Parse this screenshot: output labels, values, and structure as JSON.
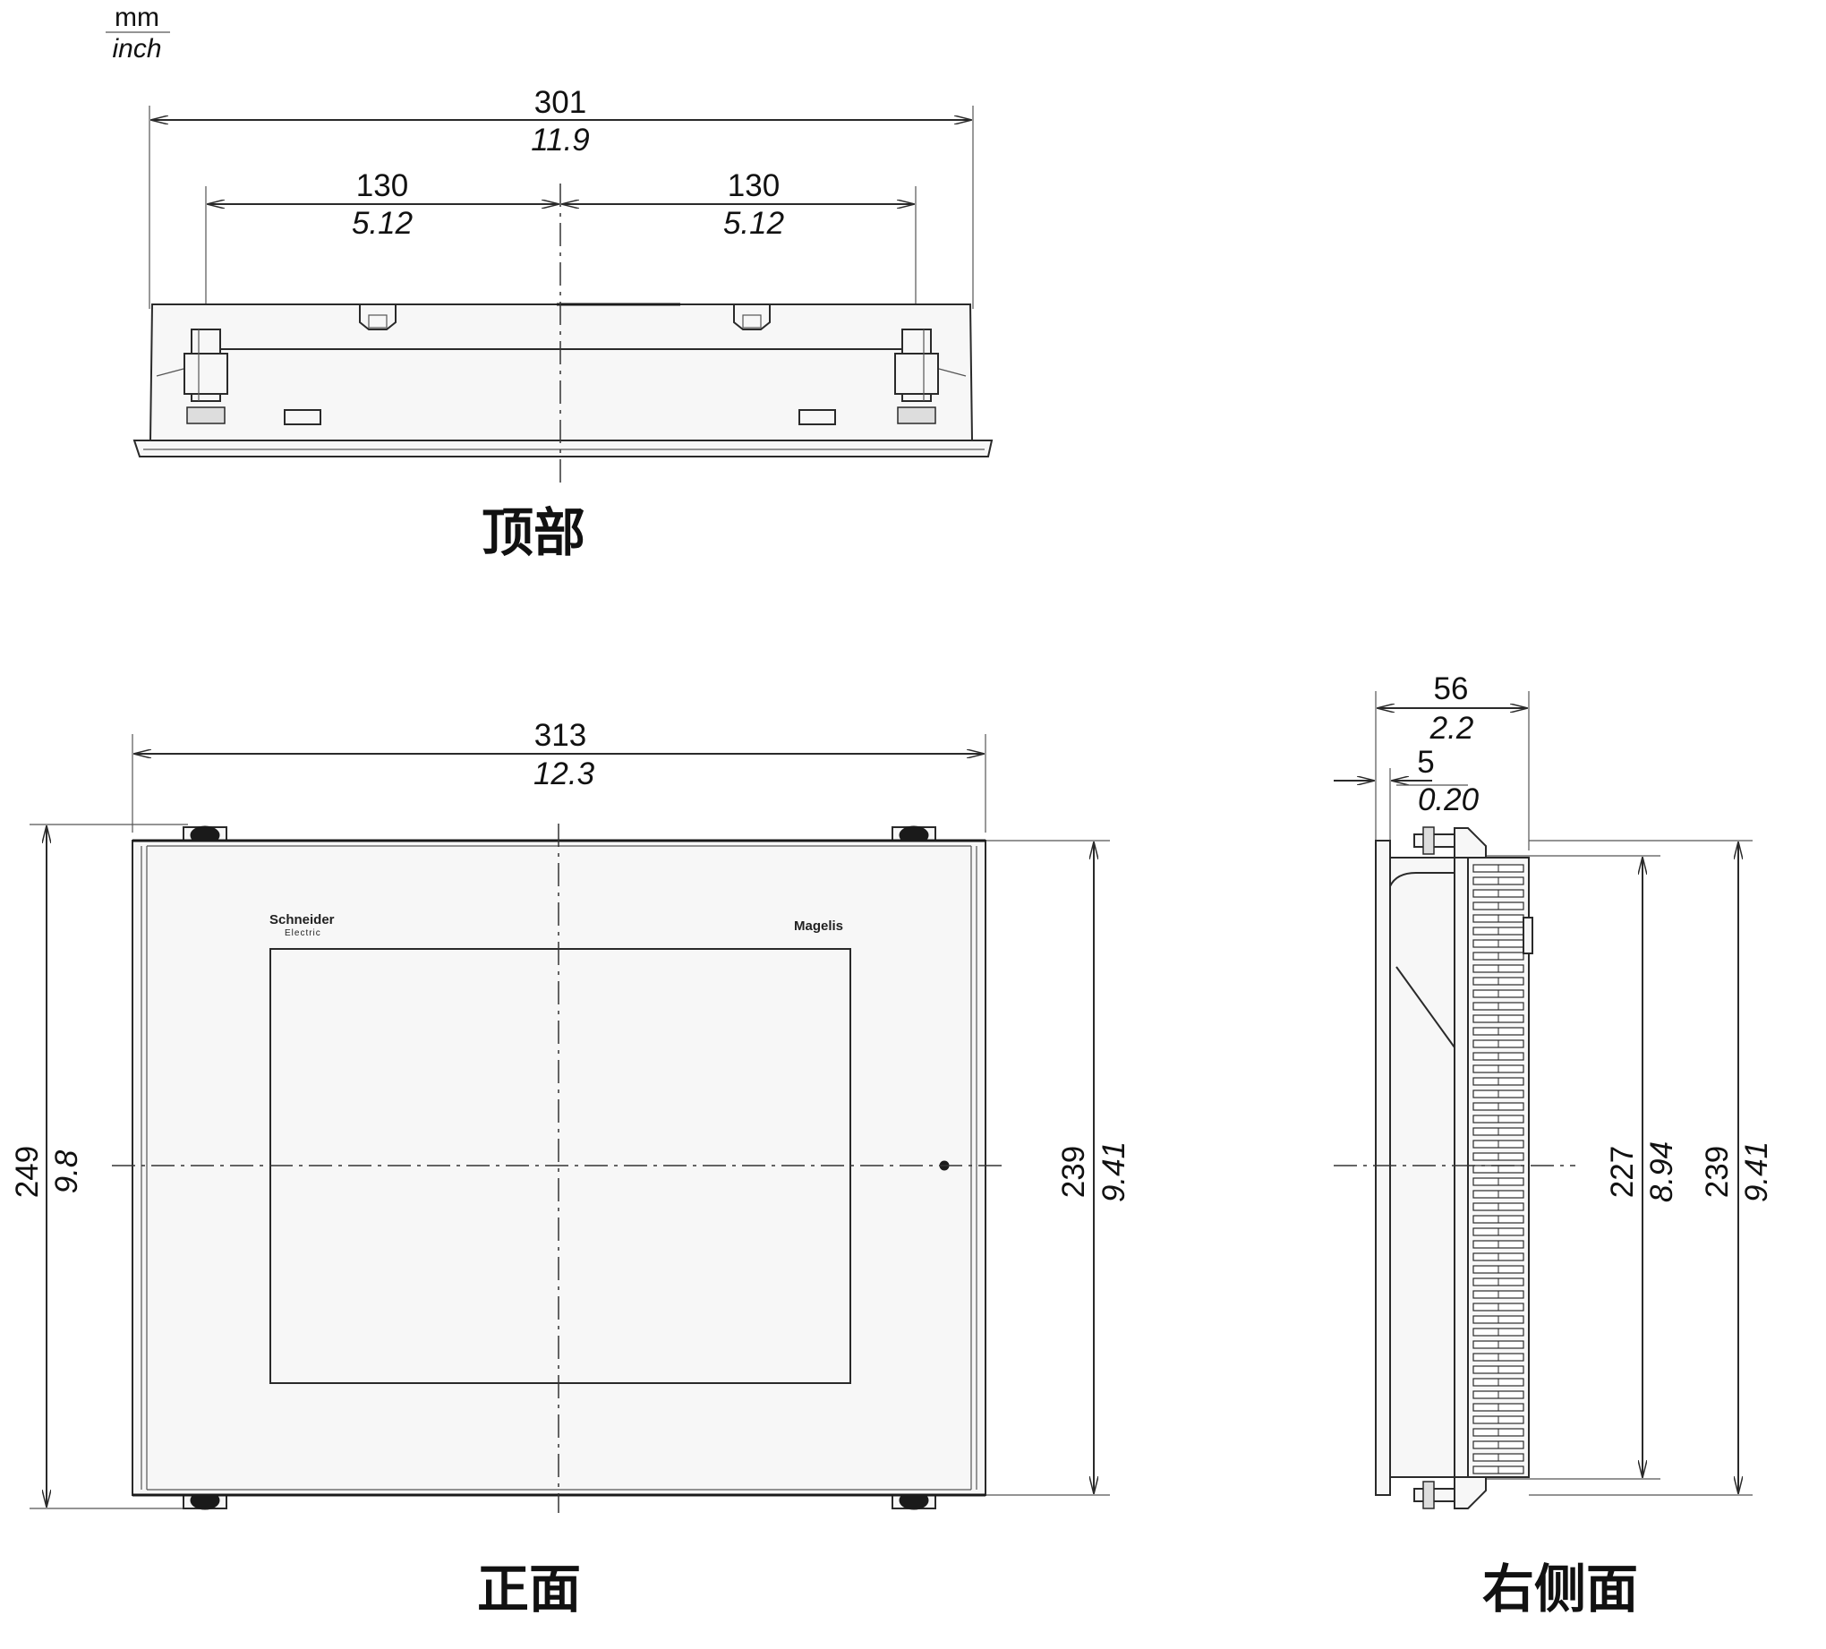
{
  "units": {
    "primary": "mm",
    "secondary": "inch"
  },
  "views": {
    "top": {
      "caption": "顶部",
      "overall_width": {
        "mm": "301",
        "inch": "11.9"
      },
      "left_offset": {
        "mm": "130",
        "inch": "5.12"
      },
      "right_offset": {
        "mm": "130",
        "inch": "5.12"
      }
    },
    "front": {
      "caption": "正面",
      "overall_width": {
        "mm": "313",
        "inch": "12.3"
      },
      "overall_height": {
        "mm": "249",
        "inch": "9.8"
      },
      "body_height": {
        "mm": "239",
        "inch": "9.41"
      },
      "brand_left_line1": "Schneider",
      "brand_left_line2": "Electric",
      "brand_right": "Magelis"
    },
    "right_side": {
      "caption": "右侧面",
      "depth": {
        "mm": "56",
        "inch": "2.2"
      },
      "bezel": {
        "mm": "5",
        "inch": "0.20"
      },
      "inner_height": {
        "mm": "227",
        "inch": "8.94"
      },
      "body_height": {
        "mm": "239",
        "inch": "9.41"
      }
    }
  },
  "colors": {
    "line": "#2a2a2a",
    "fill_light": "#f7f7f7",
    "fill_dark": "#1a1a1a"
  }
}
